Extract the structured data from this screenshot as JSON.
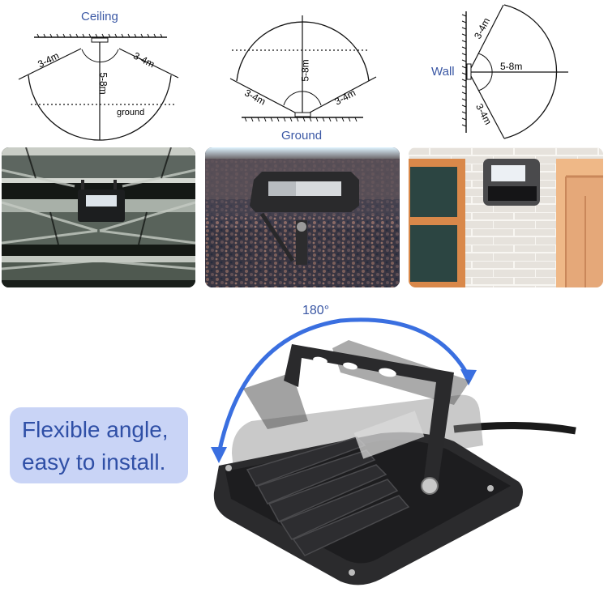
{
  "diagrams": {
    "ceiling": {
      "title": "Ceiling",
      "side_left": "3-4m",
      "side_right": "3-4m",
      "height": "5-8m",
      "ground_label": "ground"
    },
    "ground": {
      "title": "Ground",
      "side_left": "3-4m",
      "side_right": "3-4m",
      "height": "5-8m"
    },
    "wall": {
      "title": "Wall",
      "side_top": "3-4m",
      "side_bottom": "3-4m",
      "reach": "5-8m"
    }
  },
  "photos": [
    {
      "scene": "Ceiling mounted under steel truss roof"
    },
    {
      "scene": "Ground stake mounted on gravel"
    },
    {
      "scene": "Wall mounted on brick wall between wooden frames"
    }
  ],
  "product": {
    "rotation_label": "180°",
    "callout_line1": "Flexible angle,",
    "callout_line2": "easy to install."
  },
  "colors": {
    "accent_blue": "#3a6fe0",
    "label_blue": "#3a57a4",
    "callout_bg": "#c9d4f6",
    "callout_text": "#2f4fa6"
  }
}
